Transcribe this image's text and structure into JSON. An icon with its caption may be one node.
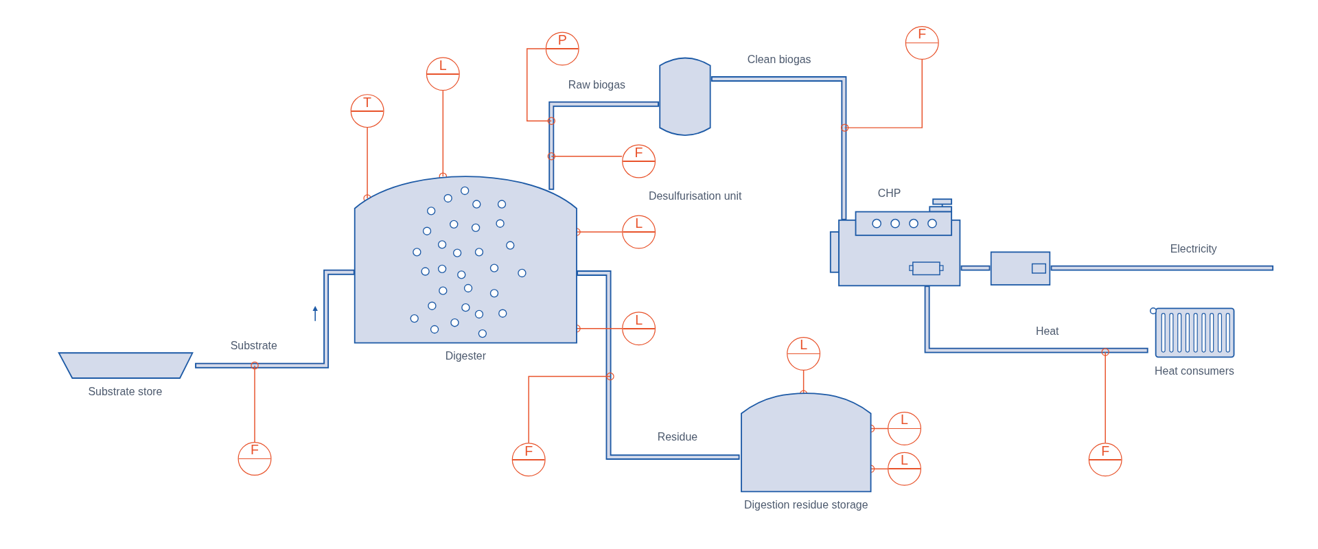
{
  "diagram": {
    "nodes": [
      {
        "text": [
          "Substrate store"
        ]
      },
      {
        "text": [
          "Digester"
        ]
      },
      {
        "text": [],
        "shape": "cylinder"
      },
      {
        "text": [],
        "shape": "picture",
        "beside": [
          "CHP"
        ]
      },
      {
        "text": [],
        "shape": "box"
      },
      {
        "text": [
          "Heat consumers"
        ]
      },
      {
        "text": [
          "Digestion residue storage"
        ]
      },
      {
        "text": [
          "P"
        ]
      },
      {
        "text": [
          "L"
        ]
      },
      {
        "text": [
          "T"
        ]
      },
      {
        "text": [
          "F"
        ]
      },
      {
        "text": [
          "L"
        ]
      },
      {
        "text": [
          "L"
        ]
      },
      {
        "text": [
          "F"
        ]
      },
      {
        "text": [
          "F"
        ]
      },
      {
        "text": [
          "F"
        ]
      },
      {
        "text": [
          "L"
        ]
      },
      {
        "text": [
          "L"
        ]
      },
      {
        "text": [
          "L"
        ]
      },
      {
        "text": [
          "F"
        ]
      }
    ],
    "edges": [
      {
        "from": 0,
        "to": 1,
        "arrow": "none",
        "label": "Substrate",
        "style": "thick",
        "color": "#1d5aa6"
      },
      {
        "from": 1,
        "to": 2,
        "arrow": "none",
        "label": "Raw biogas",
        "style": "thick",
        "color": "#1d5aa6"
      },
      {
        "from": 2,
        "to": 3,
        "arrow": "none",
        "label": "Clean biogas",
        "style": "thick",
        "color": "#1d5aa6"
      },
      {
        "from": 3,
        "to": 4,
        "arrow": "none",
        "style": "thick",
        "color": "#1d5aa6"
      },
      {
        "from": 4,
        "to": null,
        "arrow": "none",
        "label": "Electricity",
        "style": "thick",
        "color": "#1d5aa6"
      },
      {
        "from": 3,
        "to": 5,
        "arrow": "none",
        "label": "Heat",
        "style": "thick",
        "color": "#1d5aa6"
      },
      {
        "from": 1,
        "to": 6,
        "arrow": "none",
        "label": "Residue",
        "style": "thick",
        "color": "#1d5aa6"
      },
      {
        "from": 7,
        "to": null,
        "arrow": "other"
      },
      {
        "from": 8,
        "to": 1,
        "arrow": "other"
      },
      {
        "from": 9,
        "to": 1,
        "arrow": "other"
      },
      {
        "from": 10,
        "to": null,
        "arrow": "other"
      },
      {
        "from": 11,
        "to": 1,
        "arrow": "other"
      },
      {
        "from": 12,
        "to": 1,
        "arrow": "other"
      },
      {
        "from": 13,
        "to": null,
        "arrow": "other"
      },
      {
        "from": 14,
        "to": null,
        "arrow": "other"
      },
      {
        "from": 15,
        "to": null,
        "arrow": "other"
      },
      {
        "from": 16,
        "to": 6,
        "arrow": "other"
      },
      {
        "from": 17,
        "to": 6,
        "arrow": "other"
      },
      {
        "from": 18,
        "to": 6,
        "arrow": "other"
      },
      {
        "from": 19,
        "to": null,
        "arrow": "other"
      }
    ],
    "labels": [
      "Desulfurisation unit"
    ]
  }
}
